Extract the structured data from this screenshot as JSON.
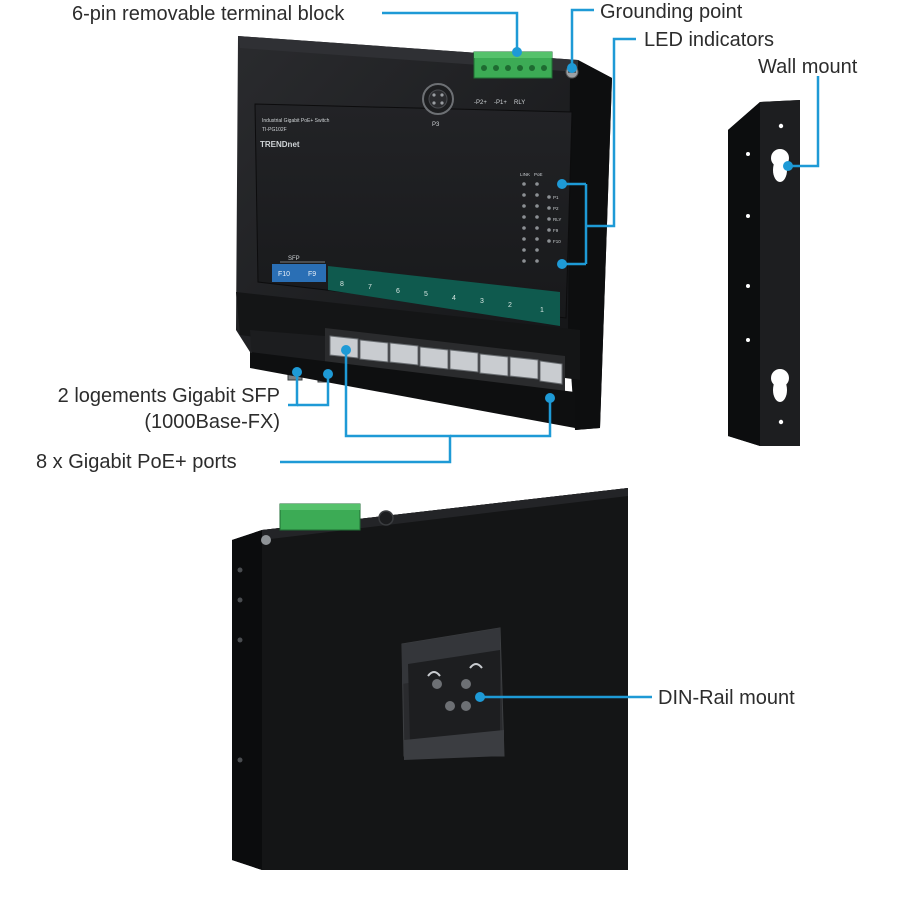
{
  "callouts": {
    "terminal_block": "6-pin removable terminal block",
    "grounding_point": "Grounding point",
    "led_indicators": "LED indicators",
    "wall_mount": "Wall mount",
    "sfp_line1": "2 logements Gigabit SFP",
    "sfp_line2": "(1000Base-FX)",
    "poe_ports": "8 x Gigabit PoE+ ports",
    "din_rail": "DIN-Rail mount"
  },
  "device": {
    "product_line": "Industrial Gigabit PoE+ Switch",
    "model": "TI-PG102F",
    "brand": "TRENDnet",
    "power_port": "P3",
    "sfp_group": "SFP",
    "sfp_ports": [
      "F10",
      "F9"
    ],
    "rj45_ports": [
      "8",
      "7",
      "6",
      "5",
      "4",
      "3",
      "2",
      "1"
    ],
    "terminal_labels": [
      "-P2+",
      "-P1+",
      "RLY"
    ],
    "led_header_link": "LINK",
    "led_header_poe": "PoE",
    "led_labels": [
      "P1",
      "P2",
      "RLY",
      "F9",
      "F10"
    ]
  },
  "colors": {
    "leader_line": "#1e9ad6",
    "device_body": "#1b1c1e",
    "terminal_green": "#3cab55",
    "sfp_blue": "#2a6fb5",
    "port_teal": "#0f5a4e"
  }
}
